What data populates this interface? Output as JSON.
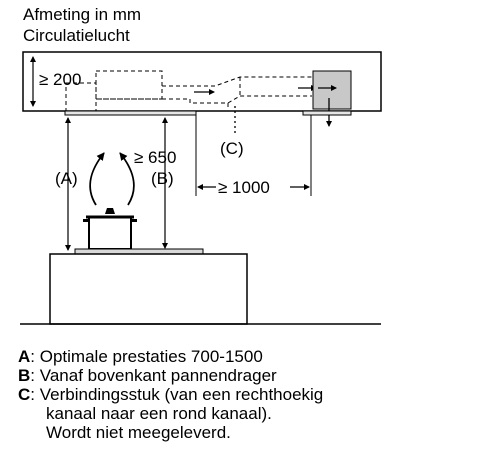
{
  "header": {
    "title": "Afmeting in mm",
    "subtitle": "Circulatielucht"
  },
  "diagram": {
    "dim_top": "≥ 200",
    "dim_hob": "≥ 650",
    "dim_horizontal": "≥ 1000",
    "label_a": "(A)",
    "label_b": "(B)",
    "label_c": "(C)"
  },
  "legend": [
    {
      "key": "A",
      "sep": ":",
      "text": "Optimale prestaties 700-1500"
    },
    {
      "key": "B",
      "sep": ":",
      "text": "Vanaf bovenkant pannendrager"
    },
    {
      "key": "C",
      "sep": ":",
      "text": "Verbindingsstuk (van een rechthoekig"
    }
  ],
  "legend_cont": [
    "kanaal naar een rond kanaal).",
    "Wordt niet meegeleverd."
  ]
}
